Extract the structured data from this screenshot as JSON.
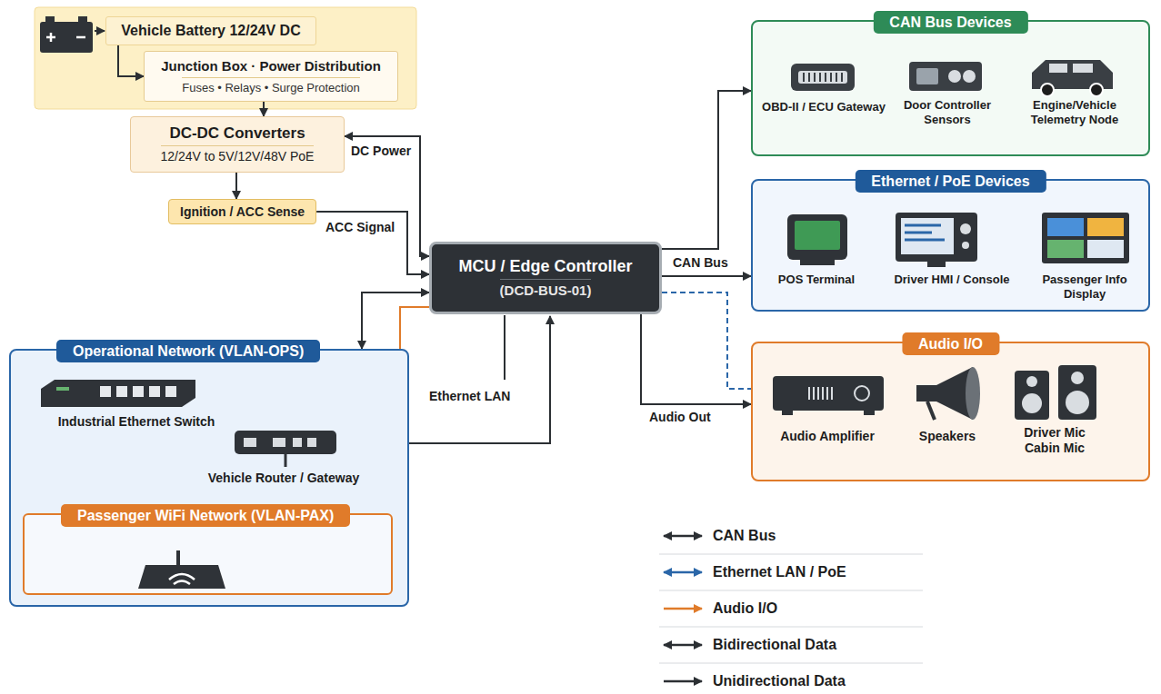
{
  "diagram": {
    "nodes": [
      {
        "text": [
          "Vehicle Battery 12/24V DC"
        ]
      },
      {
        "text": [
          "Junction Box · Power Distribution",
          "Fuses • Relays • Surge Protection"
        ]
      },
      {
        "text": [
          "DC-DC Converters",
          "12/24V to 5V/12V/48V PoE"
        ]
      },
      {
        "text": [
          "Ignition / ACC Sense"
        ]
      },
      {
        "text": [
          "MCU / Edge Controller",
          "(DCD-BUS-01)"
        ]
      },
      {
        "text": [
          "CAN Bus Devices"
        ]
      },
      {
        "text": [
          "Ethernet / PoE Devices"
        ]
      },
      {
        "text": [
          "Audio I/O"
        ]
      },
      {
        "text": [
          "Operational Network (VLAN-OPS)"
        ]
      },
      {
        "text": [
          "Passenger WiFi Network (VLAN-PAX)"
        ],
        "in": 8
      }
    ],
    "edges": [
      {
        "from": 0,
        "to": 1,
        "arrow": "to"
      },
      {
        "from": 1,
        "to": 2,
        "arrow": "to"
      },
      {
        "from": 2,
        "to": 3,
        "arrow": "to"
      },
      {
        "from": 2,
        "to": 4,
        "label": "DC Power",
        "arrow": "both"
      },
      {
        "from": 3,
        "to": 4,
        "label": "ACC Signal",
        "arrow": "to"
      },
      {
        "from": 4,
        "to": 5,
        "arrow": "to"
      },
      {
        "from": 4,
        "to": 6,
        "label": "CAN Bus",
        "arrow": "to"
      },
      {
        "from": 4,
        "to": 7,
        "label": "Audio Out",
        "arrow": "to"
      },
      {
        "from": 4,
        "to": 7,
        "arrow": "none"
      },
      {
        "from": 4,
        "to": 8,
        "label": "Ethernet LAN",
        "arrow": "both"
      },
      {
        "from": 4,
        "to": 9,
        "arrow": "to"
      }
    ],
    "labels": [
      "OBD-II / ECU Gateway",
      "Door Controller Sensors",
      "Engine/Vehicle Telemetry Node",
      "POS Terminal",
      "Driver HMI / Console",
      "Passenger Info Display",
      "Audio Amplifier",
      "Speakers",
      "Driver Mic Cabin Mic",
      "Industrial Ethernet Switch",
      "Vehicle Router / Gateway"
    ],
    "legend": [
      {
        "text": "CAN Bus"
      },
      {
        "text": "Ethernet LAN / PoE"
      },
      {
        "text": "Audio I/O"
      },
      {
        "text": "Bidirectional Data"
      },
      {
        "text": "Unidirectional Data"
      }
    ]
  }
}
